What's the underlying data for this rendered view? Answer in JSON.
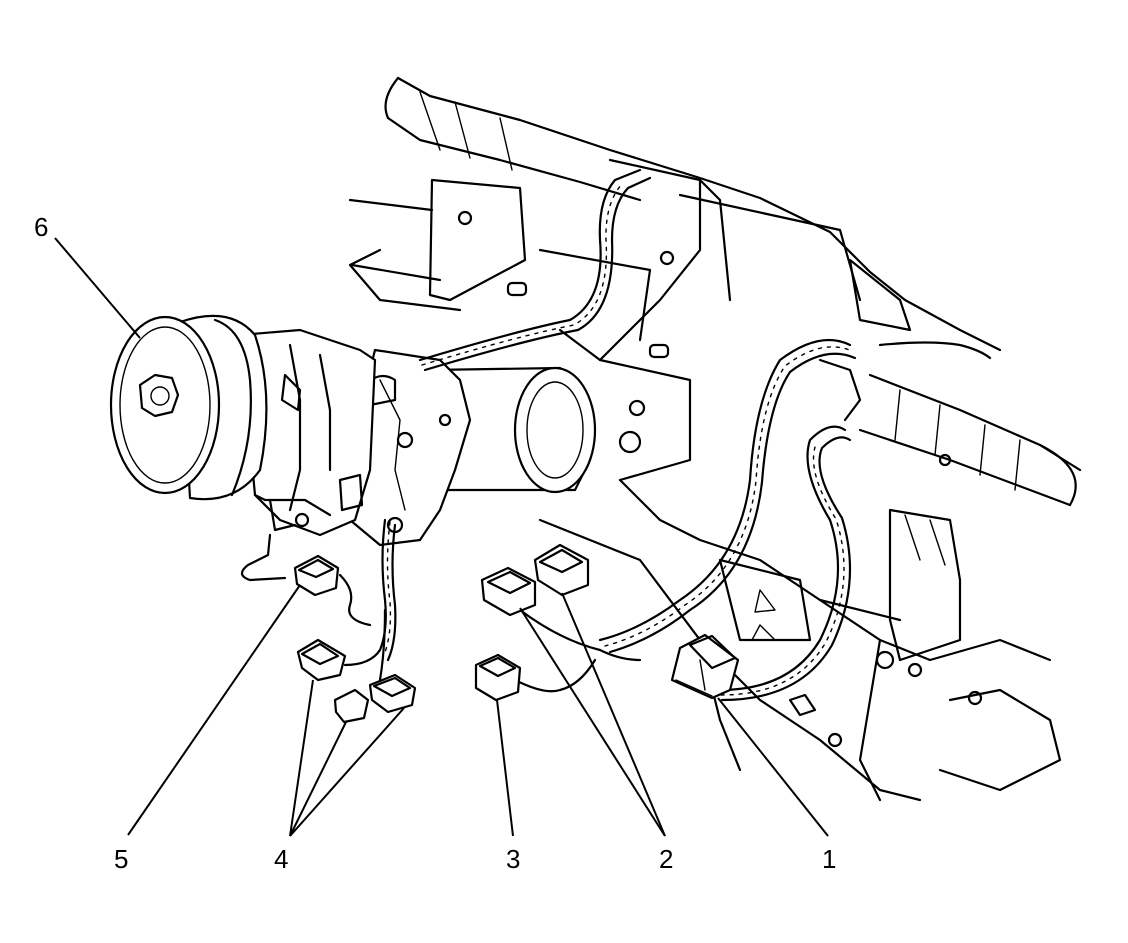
{
  "callouts": [
    {
      "id": "callout-1",
      "label": "1"
    },
    {
      "id": "callout-2",
      "label": "2"
    },
    {
      "id": "callout-3",
      "label": "3"
    },
    {
      "id": "callout-4",
      "label": "4"
    },
    {
      "id": "callout-5",
      "label": "5"
    },
    {
      "id": "callout-6",
      "label": "6"
    }
  ],
  "colors": {
    "line": "#000000",
    "background": "#ffffff"
  },
  "icons": {
    "steering-column": "steering-column-illustration",
    "harness": "wiring-harness-illustration",
    "connector": "electrical-connector-icon"
  }
}
